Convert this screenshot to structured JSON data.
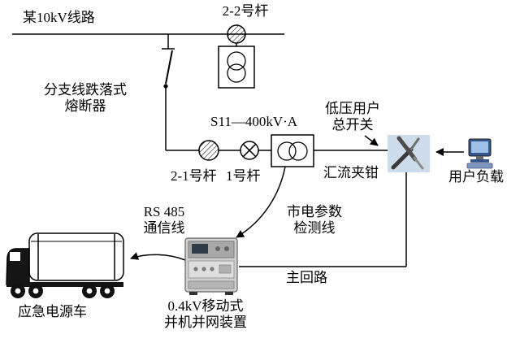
{
  "figure": {
    "type": "electrical-connection-schematic",
    "labels": {
      "line_10kv": "某10kV线路",
      "pole_2_2": "2-2号杆",
      "fuse": "分支线跌落式\n熔断器",
      "s11": "S11—400kV·A",
      "lv_switch": "低压用户\n总开关",
      "pole_2_1": "2-1号杆",
      "pole_1": "1号杆",
      "clamp": "汇流夹钳",
      "user_load": "用户负载",
      "rs485": "RS 485\n通信线",
      "detect": "市电参数\n检测线",
      "main_circuit": "主回路",
      "vehicle": "应急电源车",
      "device": "0.4kV移动式\n并机并网装置"
    },
    "icons": {
      "pole": "circle-with-diagonal-hatch",
      "pole_1": "circle-with-x",
      "transformer": "two-overlapping-circles-in-box",
      "fuse": "dropout-fuse-blade",
      "clamp": "jumper-cable-clamps",
      "user_load": "desktop-computer",
      "device": "grey-cabinet-machine",
      "vehicle": "tanker-truck"
    },
    "colors": {
      "wire": "#000000",
      "clamp_bg": "#cddcea",
      "device_body": "#cfcfcf",
      "monitor_blue": "#35558c"
    }
  }
}
